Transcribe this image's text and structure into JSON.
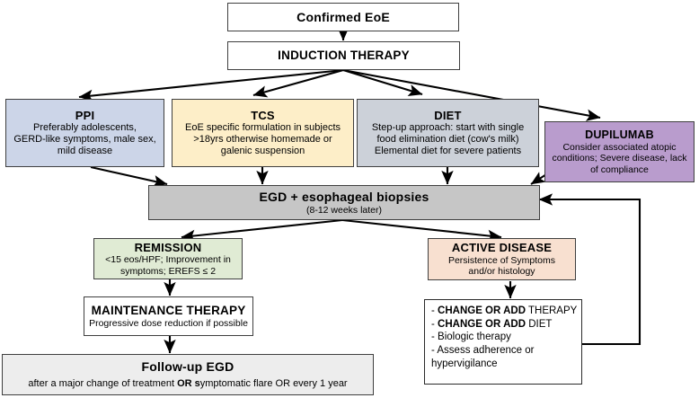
{
  "diagram": {
    "title": "EoE treatment algorithm flowchart",
    "colors": {
      "blue": "#ccd5e8",
      "cream": "#fdeec8",
      "steel": "#ccd1d9",
      "purple": "#b99ccd",
      "gray": "#c6c6c6",
      "green": "#e0ebd4",
      "peach": "#f8e0d0",
      "light_gray": "#ededed",
      "border": "#3f3f3f",
      "arrow": "#000000"
    }
  },
  "nodes": {
    "confirmed_eoe": {
      "title": "Confirmed EoE",
      "sub": ""
    },
    "induction_therapy": {
      "title": "INDUCTION THERAPY",
      "sub": ""
    },
    "ppi": {
      "title": "PPI",
      "sub_line1": "Preferably adolescents,",
      "sub_line2": "GERD-like symptoms, male sex,",
      "sub_line3": "mild disease"
    },
    "tcs": {
      "title": "TCS",
      "sub_line1": "EoE specific formulation in subjects",
      "sub_line2": ">18yrs otherwise homemade or",
      "sub_line3": "galenic suspension"
    },
    "diet": {
      "title": "DIET",
      "sub_line1": "Step-up approach: start with single",
      "sub_line2": "food elimination diet (cow's milk)",
      "sub_line3": "Elemental diet for severe patients"
    },
    "dupilumab": {
      "title": "DUPILUMAB",
      "sub_line1": "Consider associated atopic",
      "sub_line2": "conditions; Severe disease, lack",
      "sub_line3": "of compliance"
    },
    "egd_biopsies": {
      "title": "EGD + esophageal biopsies",
      "sub": "(8-12 weeks later)"
    },
    "remission": {
      "title": "REMISSION",
      "sub_line1": "<15 eos/HPF; Improvement in",
      "sub_line2": "symptoms; EREFS ≤ 2"
    },
    "active_disease": {
      "title": "ACTIVE DISEASE",
      "sub_line1": "Persistence of Symptoms",
      "sub_line2": "and/or histology"
    },
    "maintenance_therapy": {
      "title": "MAINTENANCE  THERAPY",
      "sub": "Progressive dose reduction if possible"
    },
    "change_or_add": {
      "items": [
        {
          "dash": "- ",
          "strong": "CHANGE OR ADD",
          "rest": " THERAPY"
        },
        {
          "dash": "- ",
          "strong": "CHANGE OR ADD",
          "rest": " DIET"
        },
        {
          "dash": "- ",
          "strong": "",
          "rest": "Biologic therapy"
        },
        {
          "dash": "- ",
          "strong": "",
          "rest": "Assess adherence or"
        },
        {
          "dash": "",
          "strong": "",
          "rest": "hypervigilance"
        }
      ],
      "line1_dash": "- ",
      "line1_strong": "CHANGE OR ADD",
      "line1_rest": " THERAPY",
      "line2_dash": "- ",
      "line2_strong": "CHANGE OR ADD",
      "line2_rest": " DIET",
      "line3": "- Biologic therapy",
      "line4": "- Assess adherence or",
      "line5": "hypervigilance"
    },
    "followup_egd": {
      "title": "Follow-up EGD",
      "sub_pre": "after a major change of treatment ",
      "sub_strong": "OR s",
      "sub_post": "ymptomatic flare OR every 1 year"
    }
  }
}
